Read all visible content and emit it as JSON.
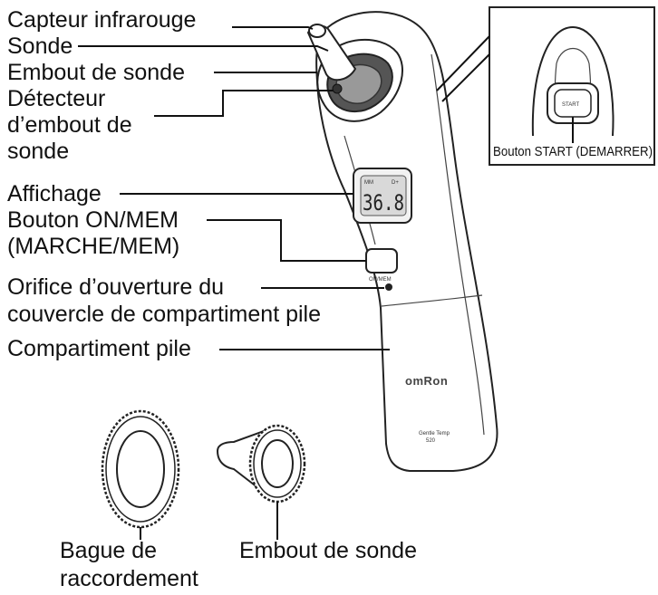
{
  "labels": {
    "infrared_sensor": "Capteur infrarouge",
    "probe": "Sonde",
    "probe_cover": "Embout de sonde",
    "probe_cover_detector_line1": "Détecteur",
    "probe_cover_detector_line2": "d’embout de",
    "probe_cover_detector_line3": "sonde",
    "display": "Affichage",
    "on_mem_button_line1": "Bouton ON/MEM",
    "on_mem_button_line2": "(MARCHE/MEM)",
    "battery_cover_opening_line1": "Orifice d’ouverture du",
    "battery_cover_opening_line2": "couvercle de compartiment pile",
    "battery_compartment": "Compartiment pile",
    "start_button": "Bouton START (DEMARRER)",
    "connection_ring_line1": "Bague de",
    "connection_ring_line2": "raccordement",
    "probe_cover_bottom": "Embout de sonde"
  },
  "device": {
    "brand": "omRon",
    "lcd_value": "36.8",
    "start_key": "START",
    "lcd_indicator_left": "MM",
    "lcd_indicator_right": "D+",
    "model_line1": "Gentle Temp",
    "model_line2": "520",
    "button_caption": "ON/MEM"
  }
}
